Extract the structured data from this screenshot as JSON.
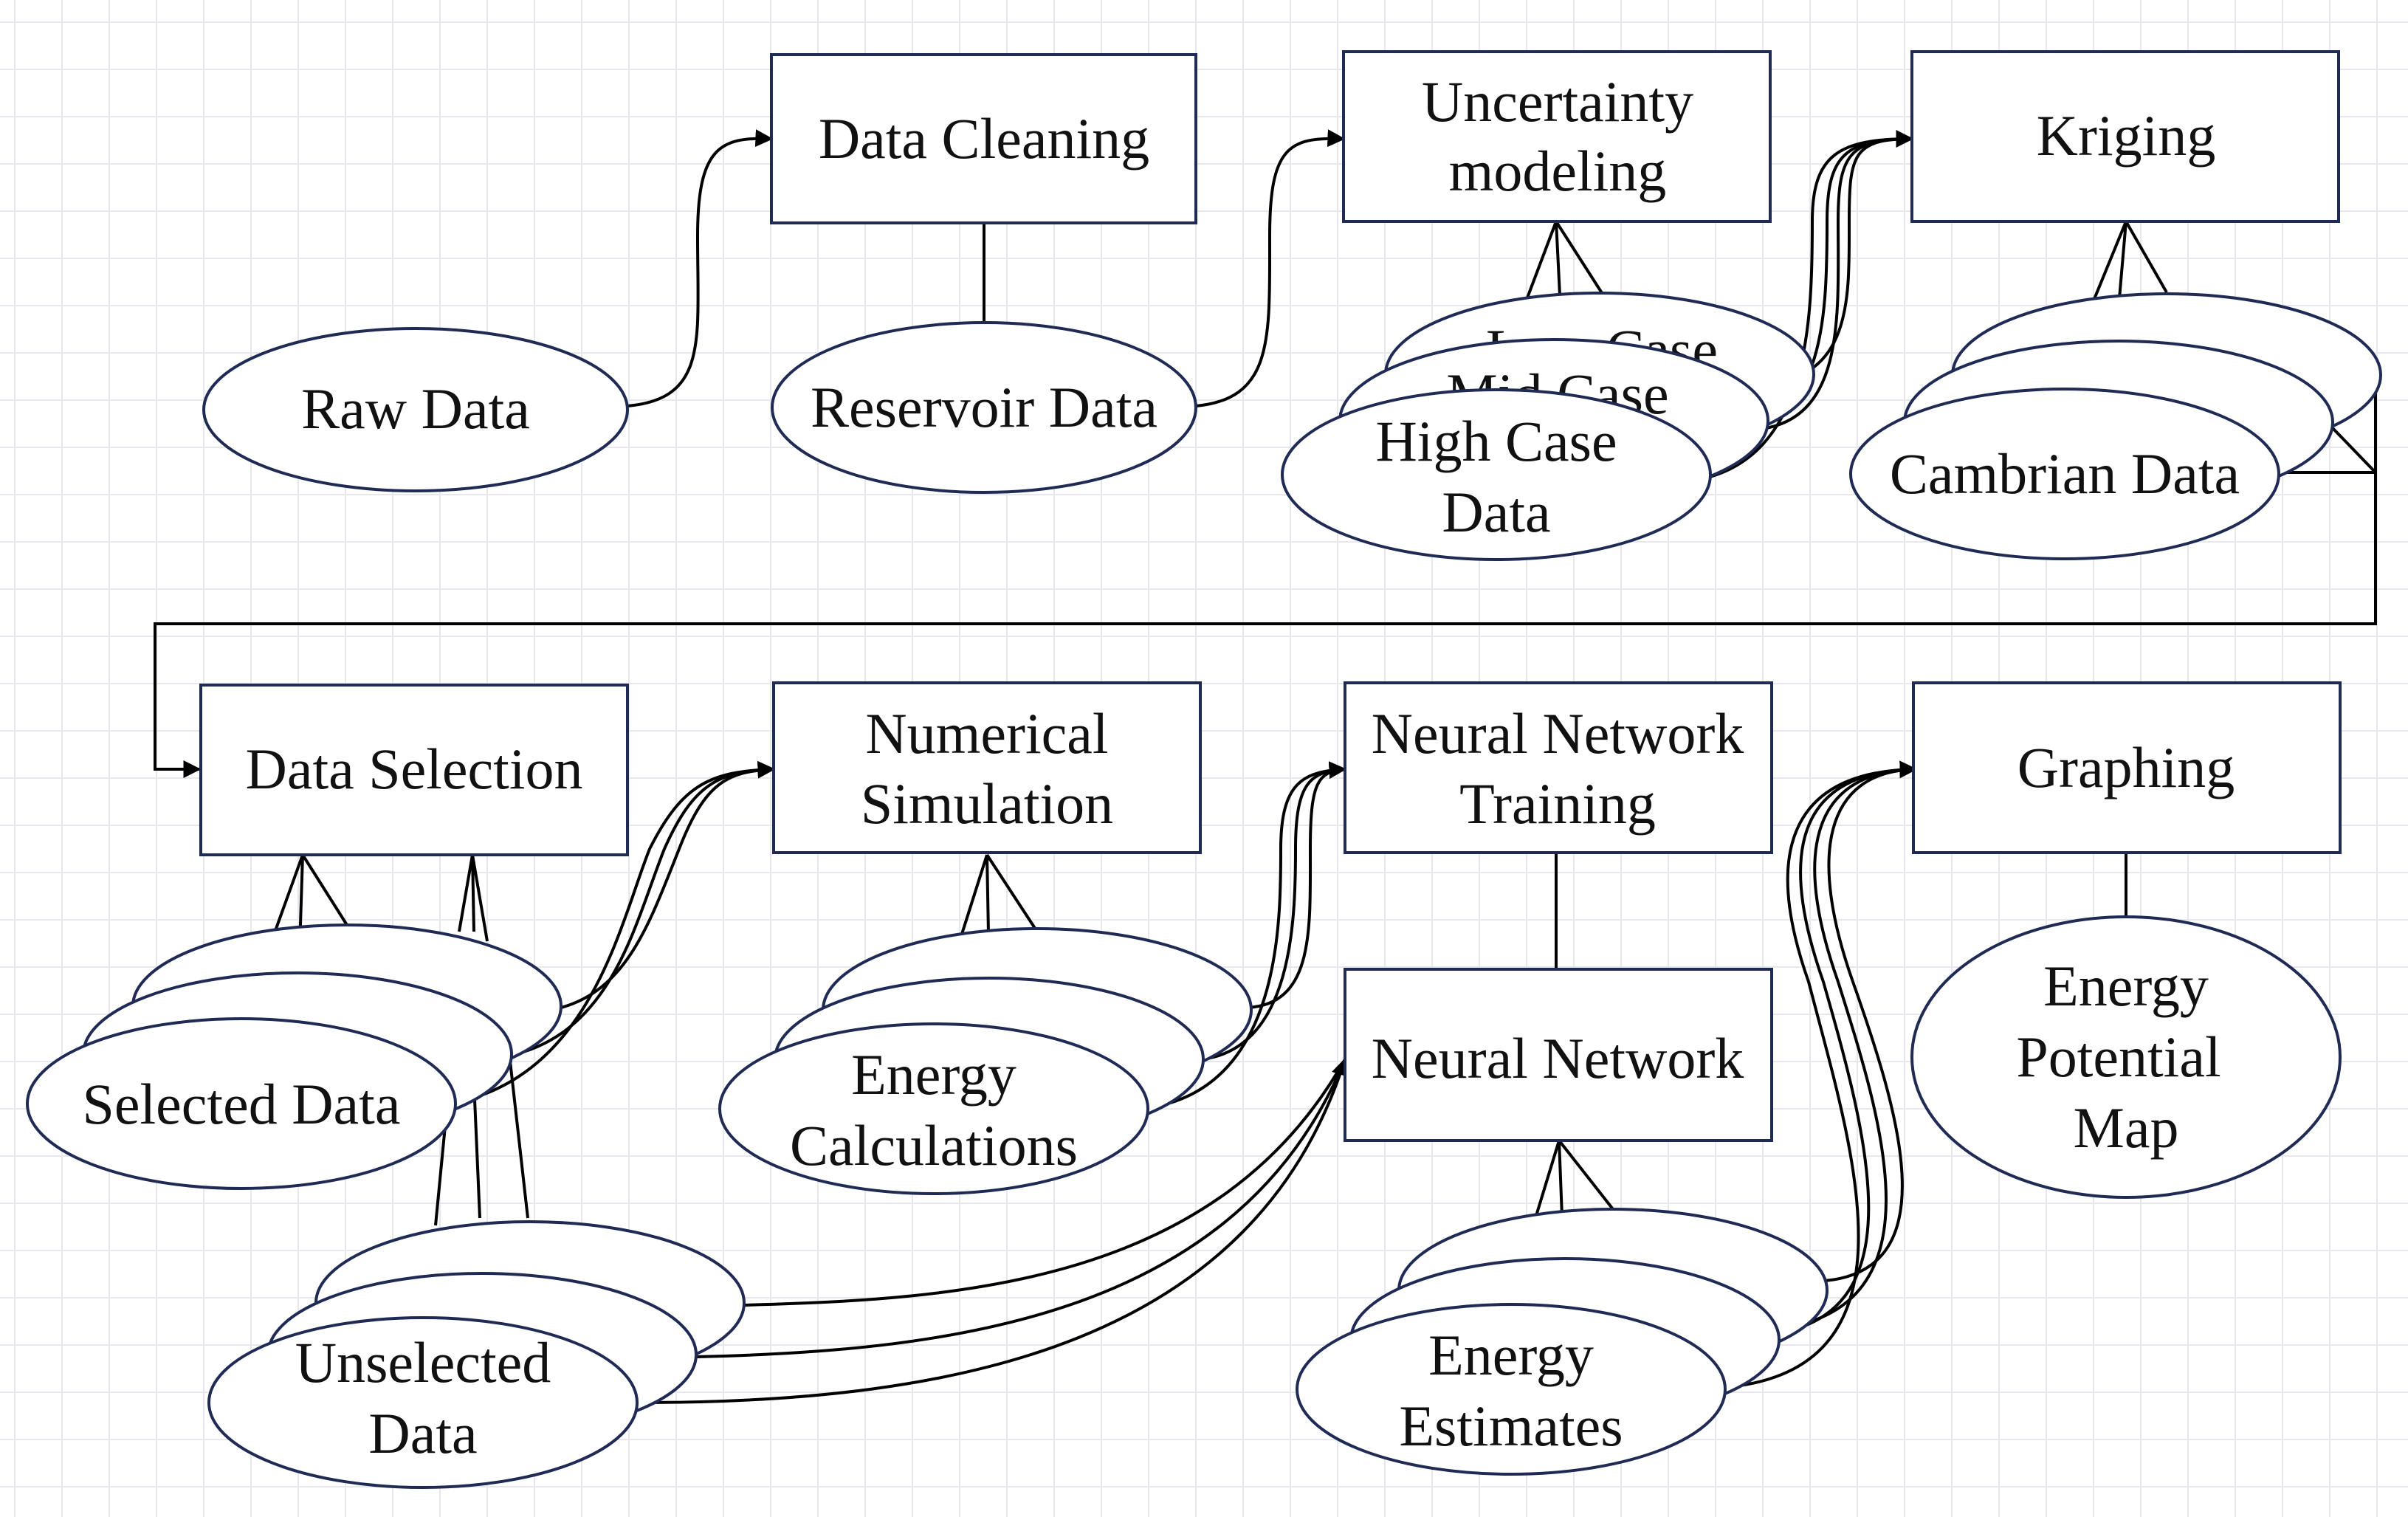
{
  "nodes": {
    "raw_data": "Raw Data",
    "data_cleaning": "Data Cleaning",
    "reservoir_data": "Reservoir Data",
    "uncertainty_modeling": [
      "Uncertainty",
      "modeling"
    ],
    "low_case": "Low Case",
    "mid_case": "Mid Case",
    "high_case_data": [
      "High Case",
      "Data"
    ],
    "kriging": "Kriging",
    "cambrian_data": "Cambrian Data",
    "data_selection": "Data Selection",
    "selected_data": "Selected Data",
    "unselected_data": [
      "Unselected",
      "Data"
    ],
    "numerical_simulation": [
      "Numerical",
      "Simulation"
    ],
    "energy_calculations": [
      "Energy",
      "Calculations"
    ],
    "neural_network_training": [
      "Neural Network",
      "Training"
    ],
    "neural_network": "Neural Network",
    "energy_estimates": [
      "Energy",
      "Estimates"
    ],
    "graphing": "Graphing",
    "energy_potential_map": [
      "Energy",
      "Potential",
      "Map"
    ]
  },
  "colors": {
    "node_stroke": "#1f2a55",
    "edge": "#000000",
    "grid": "#e7e7ee",
    "text": "#111111"
  }
}
